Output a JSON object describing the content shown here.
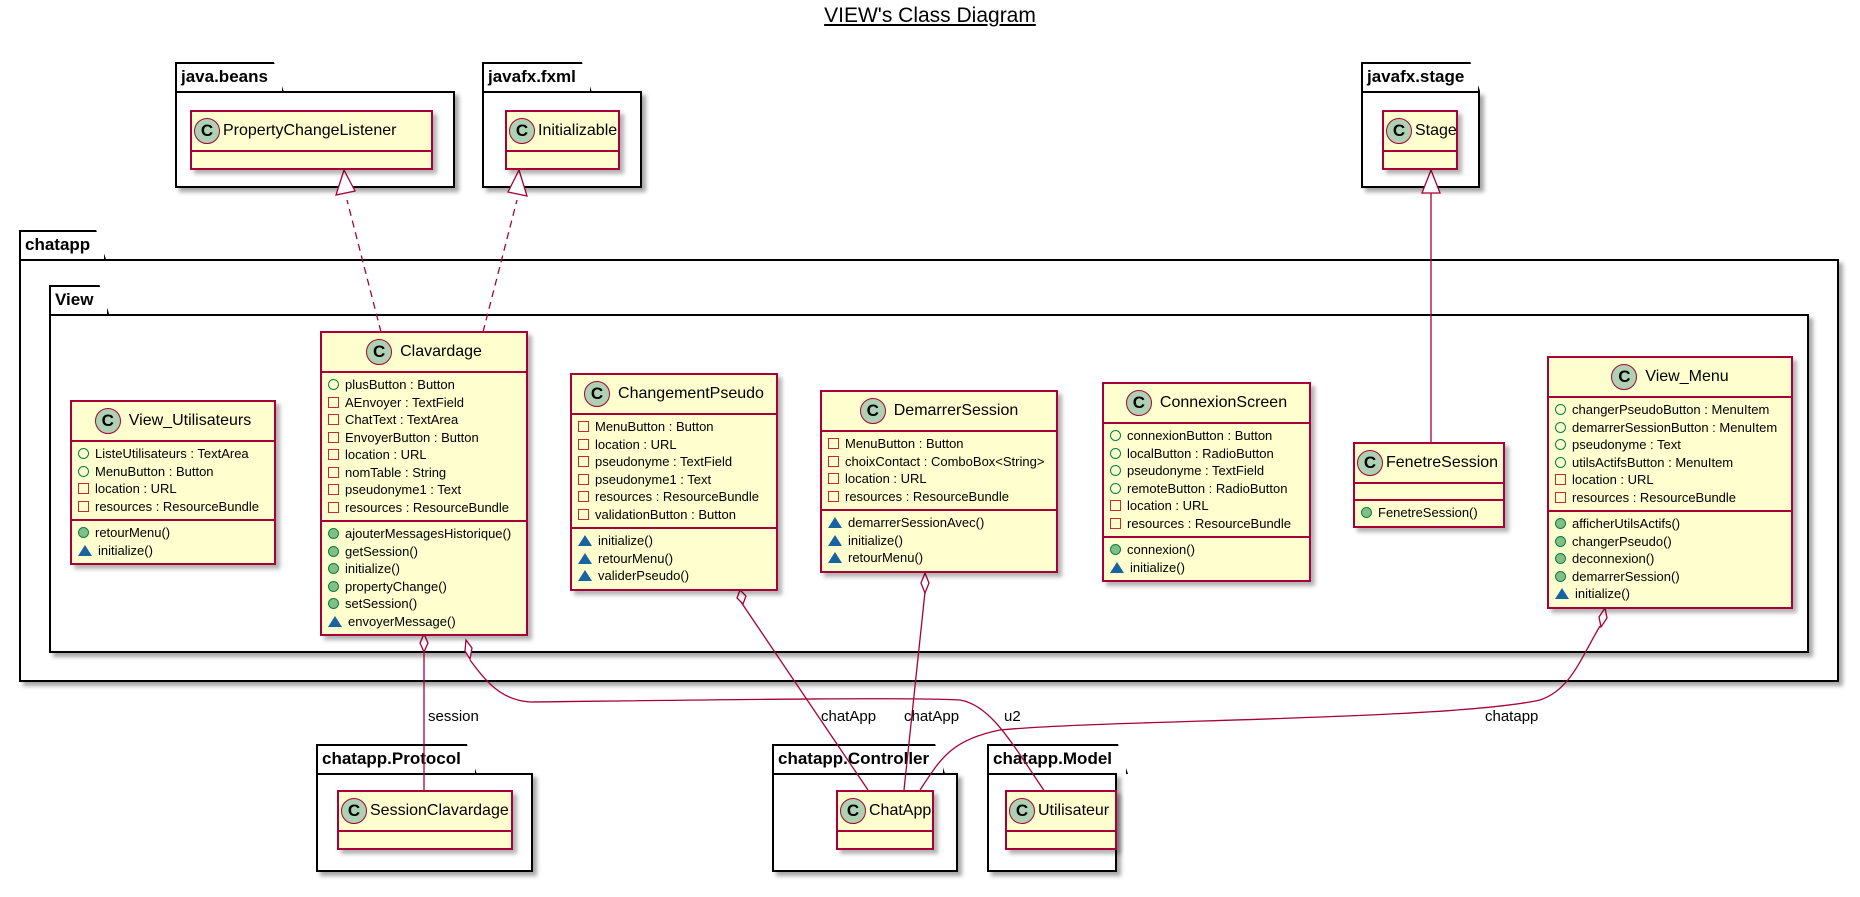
{
  "title": "VIEW's Class Diagram",
  "colors": {
    "class_fill": "#fefece",
    "class_border": "#a80036",
    "badge_fill": "#add1b2",
    "public_vis": "#038048",
    "private_vis": "#c82930",
    "package_vis": "#1963a0"
  },
  "packages": {
    "java_beans": "java.beans",
    "javafx_fxml": "javafx.fxml",
    "javafx_stage": "javafx.stage",
    "chatapp": "chatapp",
    "view": "View",
    "protocol": "chatapp.Protocol",
    "controller": "chatapp.Controller",
    "model": "chatapp.Model"
  },
  "badge_letter": "C",
  "external_classes": {
    "property_change_listener": "PropertyChangeListener",
    "initializable": "Initializable",
    "stage": "Stage",
    "session_clavardage": "SessionClavardage",
    "chat_app": "ChatApp",
    "utilisateur": "Utilisateur"
  },
  "classes": {
    "view_utilisateurs": {
      "name": "View_Utilisateurs",
      "attributes": [
        {
          "vis": "public",
          "text": "ListeUtilisateurs : TextArea"
        },
        {
          "vis": "public",
          "text": "MenuButton : Button"
        },
        {
          "vis": "private",
          "text": "location : URL"
        },
        {
          "vis": "private",
          "text": "resources : ResourceBundle"
        }
      ],
      "methods": [
        {
          "vis": "public",
          "text": "retourMenu()"
        },
        {
          "vis": "package",
          "text": "initialize()"
        }
      ]
    },
    "clavardage": {
      "name": "Clavardage",
      "attributes": [
        {
          "vis": "public",
          "text": "plusButton : Button"
        },
        {
          "vis": "private",
          "text": "AEnvoyer : TextField"
        },
        {
          "vis": "private",
          "text": "ChatText : TextArea"
        },
        {
          "vis": "private",
          "text": "EnvoyerButton : Button"
        },
        {
          "vis": "private",
          "text": "location : URL"
        },
        {
          "vis": "private",
          "text": "nomTable : String"
        },
        {
          "vis": "private",
          "text": "pseudonyme1 : Text"
        },
        {
          "vis": "private",
          "text": "resources : ResourceBundle"
        }
      ],
      "methods": [
        {
          "vis": "public",
          "text": "ajouterMessagesHistorique()"
        },
        {
          "vis": "public",
          "text": "getSession()"
        },
        {
          "vis": "public",
          "text": "initialize()"
        },
        {
          "vis": "public",
          "text": "propertyChange()"
        },
        {
          "vis": "public",
          "text": "setSession()"
        },
        {
          "vis": "package",
          "text": "envoyerMessage()"
        }
      ]
    },
    "changement_pseudo": {
      "name": "ChangementPseudo",
      "attributes": [
        {
          "vis": "private",
          "text": "MenuButton : Button"
        },
        {
          "vis": "private",
          "text": "location : URL"
        },
        {
          "vis": "private",
          "text": "pseudonyme : TextField"
        },
        {
          "vis": "private",
          "text": "pseudonyme1 : Text"
        },
        {
          "vis": "private",
          "text": "resources : ResourceBundle"
        },
        {
          "vis": "private",
          "text": "validationButton : Button"
        }
      ],
      "methods": [
        {
          "vis": "package",
          "text": "initialize()"
        },
        {
          "vis": "package",
          "text": "retourMenu()"
        },
        {
          "vis": "package",
          "text": "validerPseudo()"
        }
      ]
    },
    "demarrer_session": {
      "name": "DemarrerSession",
      "attributes": [
        {
          "vis": "private",
          "text": "MenuButton : Button"
        },
        {
          "vis": "private",
          "text": "choixContact : ComboBox<String>"
        },
        {
          "vis": "private",
          "text": "location : URL"
        },
        {
          "vis": "private",
          "text": "resources : ResourceBundle"
        }
      ],
      "methods": [
        {
          "vis": "package",
          "text": "demarrerSessionAvec()"
        },
        {
          "vis": "package",
          "text": "initialize()"
        },
        {
          "vis": "package",
          "text": "retourMenu()"
        }
      ]
    },
    "connexion_screen": {
      "name": "ConnexionScreen",
      "attributes": [
        {
          "vis": "public",
          "text": "connexionButton : Button"
        },
        {
          "vis": "public",
          "text": "localButton : RadioButton"
        },
        {
          "vis": "public",
          "text": "pseudonyme : TextField"
        },
        {
          "vis": "public",
          "text": "remoteButton : RadioButton"
        },
        {
          "vis": "private",
          "text": "location : URL"
        },
        {
          "vis": "private",
          "text": "resources : ResourceBundle"
        }
      ],
      "methods": [
        {
          "vis": "public",
          "text": "connexion()"
        },
        {
          "vis": "package",
          "text": "initialize()"
        }
      ]
    },
    "fenetre_session": {
      "name": "FenetreSession",
      "attributes": [],
      "methods": [
        {
          "vis": "public",
          "text": "FenetreSession()"
        }
      ]
    },
    "view_menu": {
      "name": "View_Menu",
      "attributes": [
        {
          "vis": "public",
          "text": "changerPseudoButton : MenuItem"
        },
        {
          "vis": "public",
          "text": "demarrerSessionButton : MenuItem"
        },
        {
          "vis": "public",
          "text": "pseudonyme : Text"
        },
        {
          "vis": "public",
          "text": "utilsActifsButton : MenuItem"
        },
        {
          "vis": "private",
          "text": "location : URL"
        },
        {
          "vis": "private",
          "text": "resources : ResourceBundle"
        }
      ],
      "methods": [
        {
          "vis": "public",
          "text": "afficherUtilsActifs()"
        },
        {
          "vis": "public",
          "text": "changerPseudo()"
        },
        {
          "vis": "public",
          "text": "deconnexion()"
        },
        {
          "vis": "public",
          "text": "demarrerSession()"
        },
        {
          "vis": "package",
          "text": "initialize()"
        }
      ]
    }
  },
  "relations": [
    {
      "from": "Clavardage",
      "to": "PropertyChangeListener",
      "type": "realization"
    },
    {
      "from": "Clavardage",
      "to": "Initializable",
      "type": "realization"
    },
    {
      "from": "FenetreSession",
      "to": "Stage",
      "type": "generalization"
    },
    {
      "from": "Clavardage",
      "to": "SessionClavardage",
      "type": "aggregation",
      "label": "session"
    },
    {
      "from": "Clavardage",
      "to": "Utilisateur",
      "type": "aggregation",
      "label": "u2"
    },
    {
      "from": "ChangementPseudo",
      "to": "ChatApp",
      "type": "aggregation",
      "label": "chatApp"
    },
    {
      "from": "DemarrerSession",
      "to": "ChatApp",
      "type": "aggregation",
      "label": "chatApp"
    },
    {
      "from": "View_Menu",
      "to": "ChatApp",
      "type": "aggregation",
      "label": "chatapp"
    }
  ],
  "edge_labels": {
    "session": "session",
    "chatApp_1": "chatApp",
    "chatApp_2": "chatApp",
    "u2": "u2",
    "chatapp": "chatapp"
  }
}
